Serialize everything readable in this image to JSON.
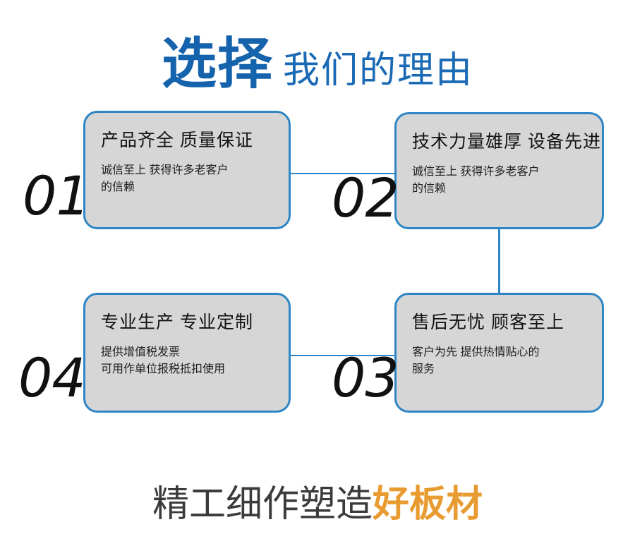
{
  "header": {
    "strong": "选择",
    "light": "我们的理由",
    "strong_color": "#1563AC",
    "light_color": "#1B6AB5"
  },
  "theme": {
    "card_fill": "#D6D6D6",
    "card_border": "#2E86C4",
    "connector": "#2E86C4",
    "number_color": "#111111",
    "accent_orange": "#E89B30",
    "background": "#FFFFFF"
  },
  "cards": [
    {
      "number": "01",
      "title": "产品齐全 质量保证",
      "body": "诚信至上 获得许多老客户\n的信赖"
    },
    {
      "number": "02",
      "title": "技术力量雄厚 设备先进",
      "body": "诚信至上 获得许多老客户\n的信赖"
    },
    {
      "number": "03",
      "title": "售后无忧 顾客至上",
      "body": "客户为先 提供热情贴心的\n服务"
    },
    {
      "number": "04",
      "title": "专业生产 专业定制",
      "body": "提供增值税发票\n可用作单位报税抵扣使用"
    }
  ],
  "tagline": {
    "dark": "精工细作塑造",
    "accent": "好板材"
  }
}
